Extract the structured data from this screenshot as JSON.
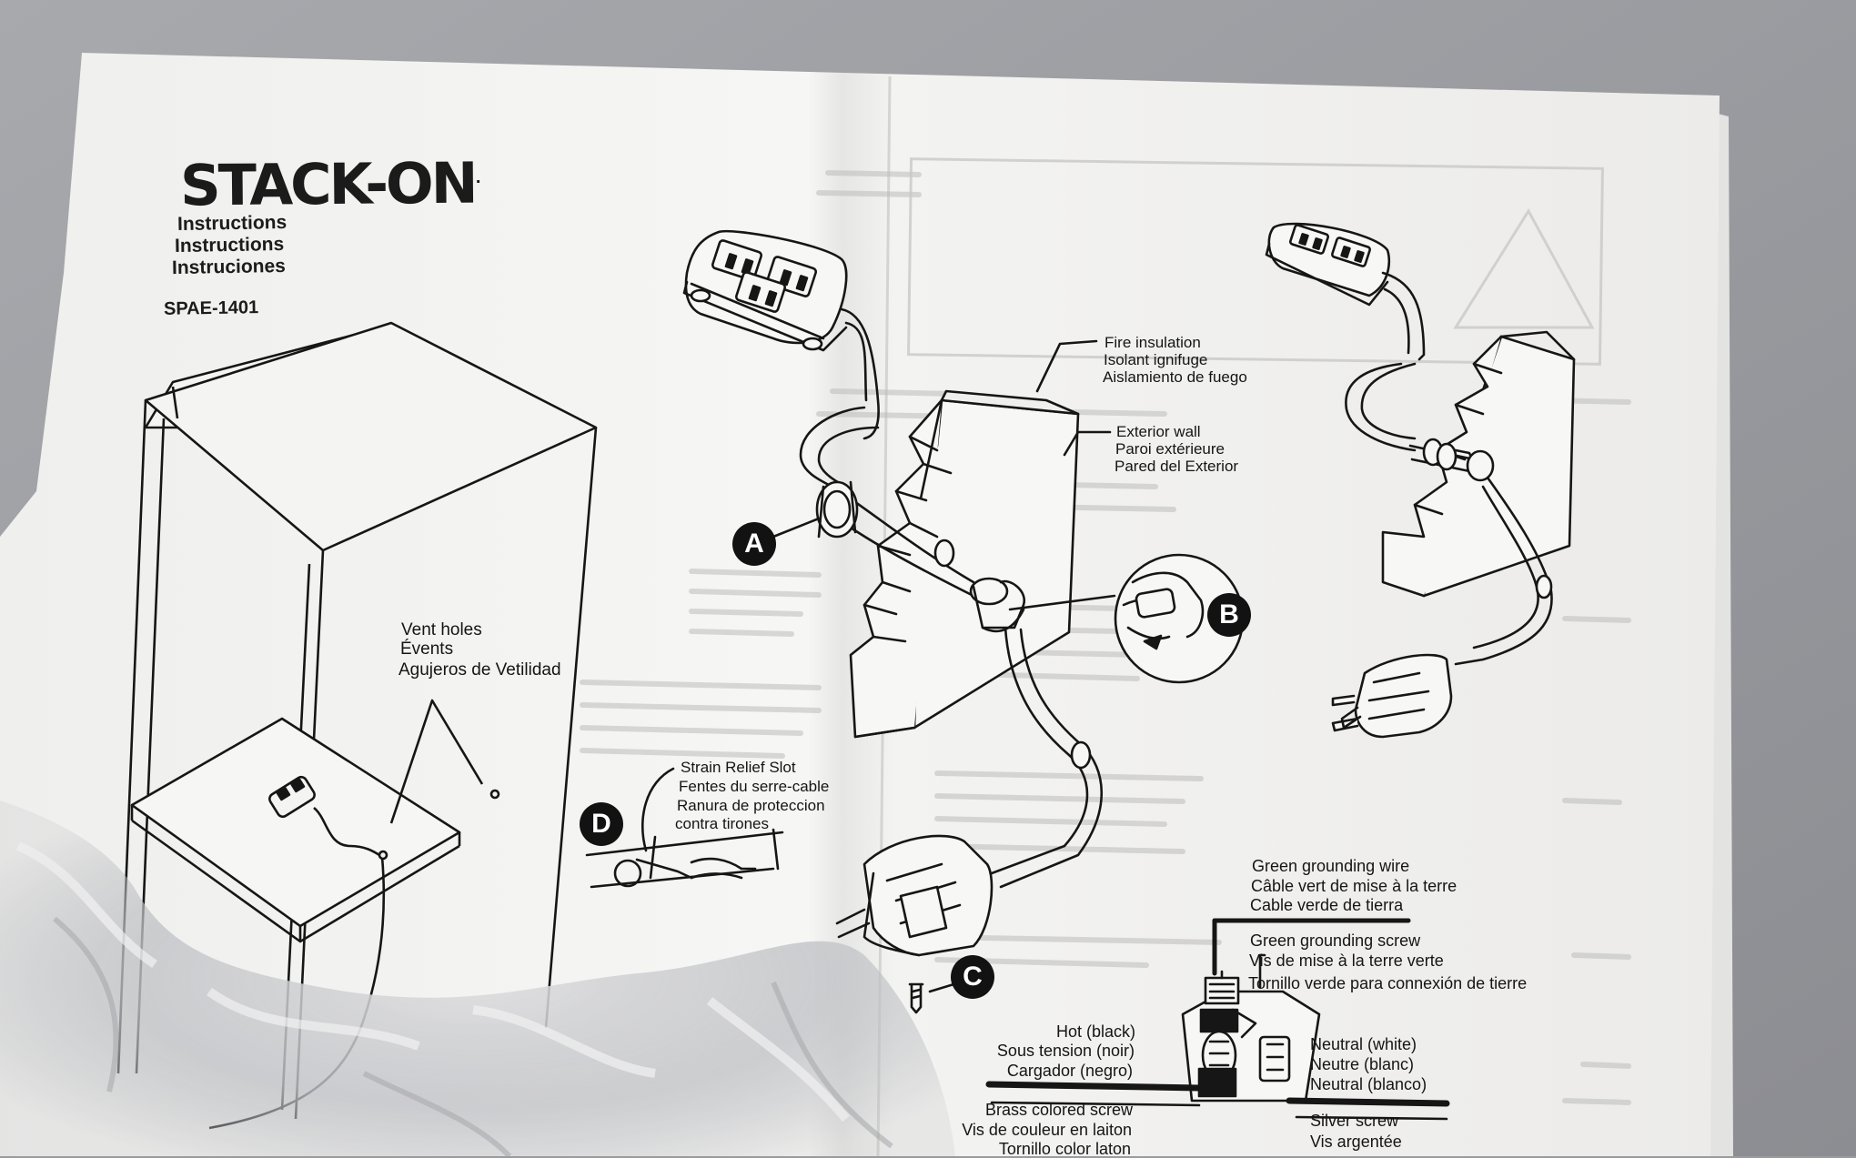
{
  "header": {
    "brand": "STACK-ON",
    "brand_mark": ".",
    "subtitle_en": "Instructions",
    "subtitle_fr": "Instructions",
    "subtitle_es": "Instruciones",
    "model": "SPAE-1401"
  },
  "callouts": {
    "vent_holes": [
      "Vent holes",
      "Évents",
      "Agujeros de Vetilidad"
    ],
    "fire_insulation": [
      "Fire insulation",
      "Isolant ignifuge",
      "Aislamiento de fuego"
    ],
    "exterior_wall": [
      "Exterior wall",
      "Paroi extérieure",
      "Pared del Exterior"
    ],
    "strain_relief": [
      "Strain Relief Slot",
      "Fentes du serre-cable",
      "Ranura de proteccion",
      "contra tirones"
    ],
    "green_wire": [
      "Green grounding wire",
      "Câble vert de mise à la terre",
      "Cable verde de tierra"
    ],
    "green_screw": [
      "Green grounding screw",
      "Vis de mise à la terre verte",
      "Tornillo verde para connexión de tierre"
    ],
    "hot": [
      "Hot (black)",
      "Sous tension (noir)",
      "Cargador (negro)"
    ],
    "neutral": [
      "Neutral (white)",
      "Neutre (blanc)",
      "Neutral (blanco)"
    ],
    "brass_screw": [
      "Brass colored screw",
      "Vis de couleur en laiton",
      "Tornillo color laton"
    ],
    "silver_screw": [
      "Silver screw",
      "Vis argentée"
    ]
  },
  "steps": {
    "a": "A",
    "b": "B",
    "c": "C",
    "d": "D"
  },
  "colors": {
    "paper": "#f2f2f0",
    "ink": "#151515",
    "background": "#9a9b9f"
  }
}
